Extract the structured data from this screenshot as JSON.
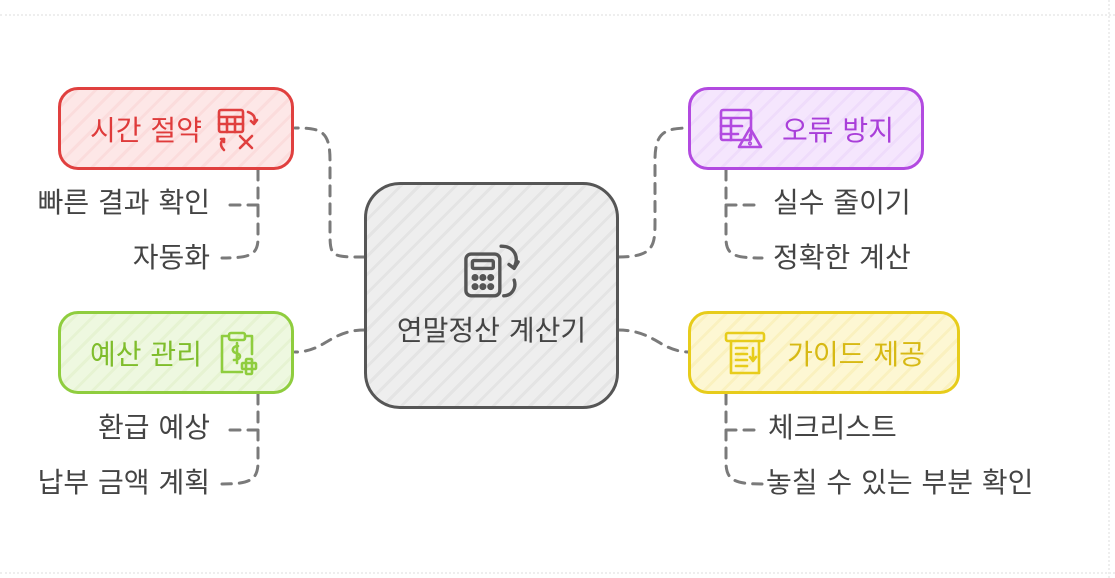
{
  "center": {
    "label": "연말정산 계산기",
    "icon": "calculator-refresh-icon"
  },
  "branches": [
    {
      "key": "time",
      "label": "시간 절약",
      "icon": "calculator-arrows-icon",
      "color": "#e0403f",
      "items": [
        "빠른 결과 확인",
        "자동화"
      ]
    },
    {
      "key": "budget",
      "label": "예산 관리",
      "icon": "clipboard-dollar-icon",
      "color": "#8fcd3e",
      "items": [
        "환급 예상",
        "납부 금액 계획"
      ]
    },
    {
      "key": "error",
      "label": "오류 방지",
      "icon": "table-warning-icon",
      "color": "#b24ae0",
      "items": [
        "실수 줄이기",
        "정확한 계산"
      ]
    },
    {
      "key": "guide",
      "label": "가이드 제공",
      "icon": "document-list-icon",
      "color": "#e7cc1b",
      "items": [
        "체크리스트",
        "놓칠 수 있는 부분 확인"
      ]
    }
  ]
}
